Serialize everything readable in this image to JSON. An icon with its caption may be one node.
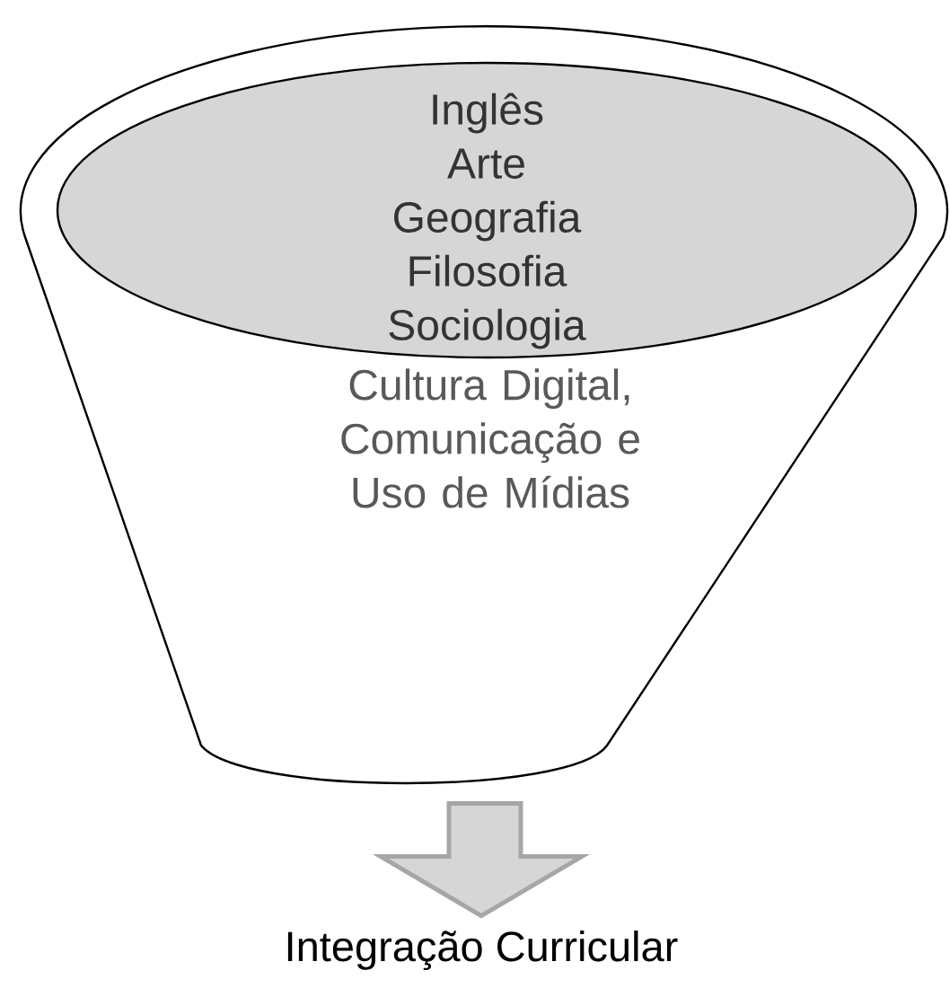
{
  "diagram": {
    "nodes": [
      {
        "text": [
          "Cultura Digital, Comunicação e Uso de Mídias"
        ]
      },
      {
        "text": [
          "Inglês",
          "Arte",
          "Geografia",
          "Filosofia",
          "Sociologia"
        ],
        "in": 0
      },
      {
        "text": [
          "Integração Curricular"
        ]
      }
    ],
    "edges": [
      {
        "from": 0,
        "to": 2,
        "arrow": "to"
      }
    ]
  }
}
